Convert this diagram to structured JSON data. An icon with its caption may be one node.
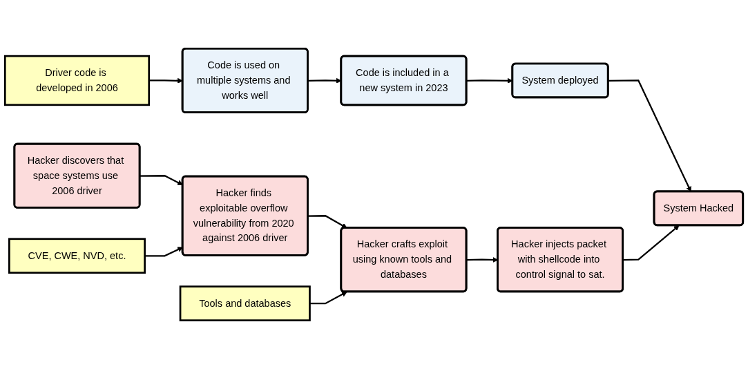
{
  "diagram": {
    "nodes": [
      {
        "text": [
          "Driver code is developed in 2006"
        ]
      },
      {
        "text": [
          "Code is used on multiple systems and works well"
        ]
      },
      {
        "text": [
          "Code is included in a new system in 2023"
        ]
      },
      {
        "text": [
          "System deployed"
        ]
      },
      {
        "text": [
          "System Hacked"
        ]
      },
      {
        "text": [
          "Hacker discovers that space systems use 2006 driver"
        ]
      },
      {
        "text": [
          "Hacker finds exploitable overflow vulnerability from 2020 against 2006 driver"
        ]
      },
      {
        "text": [
          "CVE, CWE, NVD, etc."
        ]
      },
      {
        "text": [
          "Hacker crafts exploit using known tools and databases"
        ]
      },
      {
        "text": [
          "Tools and databases"
        ]
      },
      {
        "text": [
          "Hacker injects packet with shellcode into control signal to sat."
        ]
      }
    ],
    "edges": [
      {
        "from": 0,
        "to": 1,
        "arrow": "to"
      },
      {
        "from": 1,
        "to": 2,
        "arrow": "to"
      },
      {
        "from": 2,
        "to": 3,
        "arrow": "to"
      },
      {
        "from": 3,
        "to": 4,
        "arrow": "to"
      },
      {
        "from": 5,
        "to": 6,
        "arrow": "to"
      },
      {
        "from": 7,
        "to": 6,
        "arrow": "to"
      },
      {
        "from": 6,
        "to": 8,
        "arrow": "to"
      },
      {
        "from": 9,
        "to": 8,
        "arrow": "to"
      },
      {
        "from": 8,
        "to": 10,
        "arrow": "to"
      },
      {
        "from": 10,
        "to": 4,
        "arrow": "to"
      }
    ]
  }
}
